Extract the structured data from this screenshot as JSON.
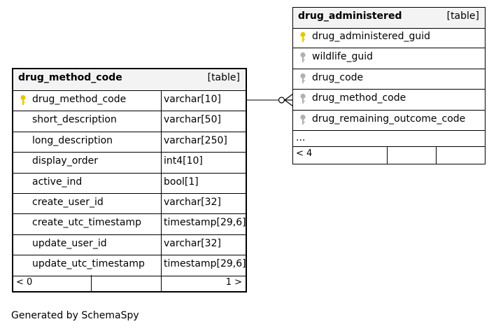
{
  "tables": {
    "method": {
      "name": "drug_method_code",
      "kind": "[table]",
      "columns": [
        {
          "name": "drug_method_code",
          "type": "varchar[10]",
          "key": "primary"
        },
        {
          "name": "short_description",
          "type": "varchar[50]",
          "key": "none"
        },
        {
          "name": "long_description",
          "type": "varchar[250]",
          "key": "none"
        },
        {
          "name": "display_order",
          "type": "int4[10]",
          "key": "none"
        },
        {
          "name": "active_ind",
          "type": "bool[1]",
          "key": "none"
        },
        {
          "name": "create_user_id",
          "type": "varchar[32]",
          "key": "none"
        },
        {
          "name": "create_utc_timestamp",
          "type": "timestamp[29,6]",
          "key": "none"
        },
        {
          "name": "update_user_id",
          "type": "varchar[32]",
          "key": "none"
        },
        {
          "name": "update_utc_timestamp",
          "type": "timestamp[29,6]",
          "key": "none"
        }
      ],
      "footer_left": "< 0",
      "footer_right": "1 >"
    },
    "administered": {
      "name": "drug_administered",
      "kind": "[table]",
      "columns": [
        {
          "name": "drug_administered_guid",
          "key": "primary"
        },
        {
          "name": "wildlife_guid",
          "key": "foreign"
        },
        {
          "name": "drug_code",
          "key": "foreign"
        },
        {
          "name": "drug_method_code",
          "key": "foreign"
        },
        {
          "name": "drug_remaining_outcome_code",
          "key": "foreign"
        }
      ],
      "ellipsis": "...",
      "footer_left": "< 4"
    }
  },
  "colors": {
    "primary_key": "#e6c800",
    "foreign_key": "#b0b0b0",
    "header_bg": "#f3f3f3"
  },
  "footer_text": "Generated by SchemaSpy"
}
